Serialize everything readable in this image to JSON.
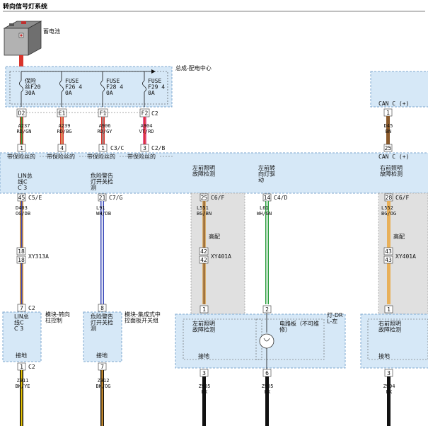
{
  "page_title": "转向信号灯系统",
  "battery": {
    "label": "蓄电池"
  },
  "pdc": {
    "label": "总成-配电中心",
    "fuses": [
      {
        "name": "保险\n丝F20\n30A",
        "pin": "D2",
        "wire_code": "A237",
        "wire_color": "RD/GN",
        "conn_pin": "1"
      },
      {
        "name": "FUSE\nF26 4\n0A",
        "pin": "E1",
        "wire_code": "A239",
        "wire_color": "RD/BG",
        "conn_pin": "4"
      },
      {
        "name": "FUSE\nF28 4\n0A",
        "pin": "F1",
        "wire_code": "A906",
        "wire_color": "RD/GY",
        "conn_pin": "1"
      },
      {
        "name": "FUSE\nF29 4\n0A",
        "pin": "F2",
        "wire_code": "A904",
        "wire_color": "VT/RD",
        "conn_pin": "3"
      }
    ],
    "pin_connector": "C2",
    "conn_c3c": "C3/C",
    "conn_c2b": "C2/B"
  },
  "can_box": {
    "label": "CAN C (+)",
    "pin": "1",
    "wire_code": "D45",
    "wire_color": "BN",
    "pin2": "25",
    "label2": "CAN C (+)"
  },
  "main_band": {
    "fuse_labels": [
      "带保险丝的",
      "带保险丝的",
      "带保险丝的",
      "带保险丝的"
    ],
    "modules": [
      {
        "name": "LIN总\n线C\nC 3",
        "pin": "45",
        "conn": "C5/E",
        "wire_code": "D403",
        "wire_color": "OG/DB"
      },
      {
        "name": "危险警告\n灯开关检\n测",
        "pin": "21",
        "conn": "C7/G",
        "wire_code": "L91",
        "wire_color": "WH/DB"
      },
      {
        "name": "左前照明\n故障检测",
        "pin": "25",
        "conn": "C6/F",
        "wire_code": "L551",
        "wire_color": "BG/BN"
      },
      {
        "name": "左前转\n向灯驱\n动",
        "pin": "14",
        "conn": "C4/D",
        "wire_code": "L61",
        "wire_color": "WH/GN"
      },
      {
        "name": "右前照明\n故障检测",
        "pin": "28",
        "conn": "C6/F",
        "wire_code": "L552",
        "wire_color": "BG/OG"
      }
    ]
  },
  "mid_connector": {
    "name": "XY313A",
    "pin": "18"
  },
  "high_beam": {
    "label": "高配",
    "conn": "XY401A",
    "pin": "42",
    "pin_r": "43"
  },
  "bottom": {
    "stalk_module": {
      "name": "LIN总\n线C\nC 3",
      "label": "模块-转向\n柱控制",
      "pin_top": "7",
      "conn_top": "C2",
      "ground": "接地",
      "pin_bottom": "1",
      "conn_bottom": "C2",
      "wire_code": "Z911",
      "wire_color": "BK/YE"
    },
    "switch_module": {
      "name": "危险警告\n灯开关检\n测",
      "label": "模块-集成式中\n控面板开关组",
      "pin_top": "8",
      "ground": "接地",
      "pin_bottom": "7",
      "wire_code": "Z912",
      "wire_color": "BK/OG"
    },
    "left_lamp": {
      "name": "左前照明\n故障检测",
      "ground": "接地",
      "pin_top": "1",
      "pin_bottom": "3",
      "wire_code": "Z905",
      "wire_color": "BK"
    },
    "circuit_board": {
      "label": "电路板（不可维\n修）",
      "side_label": "灯-DR\nL-左",
      "pin_top": "2",
      "pin_bottom": "6",
      "wire_code": "Z905",
      "wire_color": "BK"
    },
    "right_lamp": {
      "name": "右前照明\n故障检测",
      "ground": "接地",
      "pin_top": "1",
      "pin_bottom": "3",
      "wire_code": "Z904",
      "wire_color": "BK"
    }
  },
  "colors": {
    "band_fill": "#d6e8f7",
    "band_stroke": "#7da7cf",
    "gray_panel": "#e0e0e0",
    "wire_red": "#d9342b",
    "wire_green": "#2a9d3c",
    "wire_orange": "#e8a030",
    "wire_blue": "#3a48b8",
    "wire_pink": "#e85aa0",
    "wire_tan": "#d8b070",
    "wire_yellow": "#f2cc00",
    "wire_black": "#111111"
  }
}
